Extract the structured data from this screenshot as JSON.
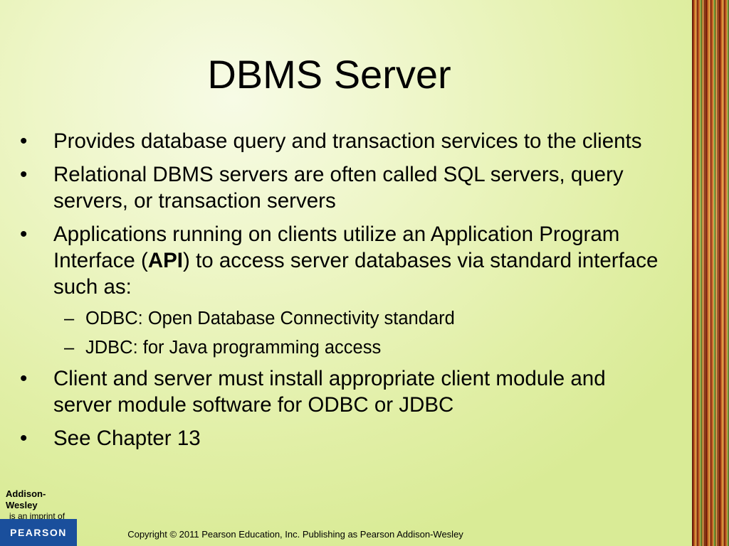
{
  "slide": {
    "title": "DBMS Server",
    "bullet_marker": "•",
    "sub_marker": "–",
    "bullets": [
      {
        "text": "Provides database query and transaction services to the clients"
      },
      {
        "text": "Relational DBMS servers are often called SQL servers, query servers, or transaction servers"
      },
      {
        "text_before": "Applications running on clients utilize an Application Program Interface (",
        "text_bold": "API",
        "text_after": ") to access server databases via standard interface such as:"
      },
      {
        "text": "Client and server must install appropriate client module and server module software for ODBC or JDBC"
      },
      {
        "text": "See Chapter 13"
      }
    ],
    "sub_bullets": [
      {
        "text": "ODBC: Open Database Connectivity standard"
      },
      {
        "text": "JDBC: for Java programming access"
      }
    ]
  },
  "footer": {
    "publisher_name": "Addison-Wesley",
    "publisher_imprint": "is an imprint of",
    "parent_logo": "PEARSON",
    "copyright": "Copyright © 2011 Pearson Education, Inc. Publishing as Pearson Addison-Wesley"
  },
  "colors": {
    "background": "#e6f2b4",
    "pearson_blue": "#1a4f9c",
    "stripe_dark": "#7a1a0a",
    "stripe_orange": "#e48c34"
  }
}
